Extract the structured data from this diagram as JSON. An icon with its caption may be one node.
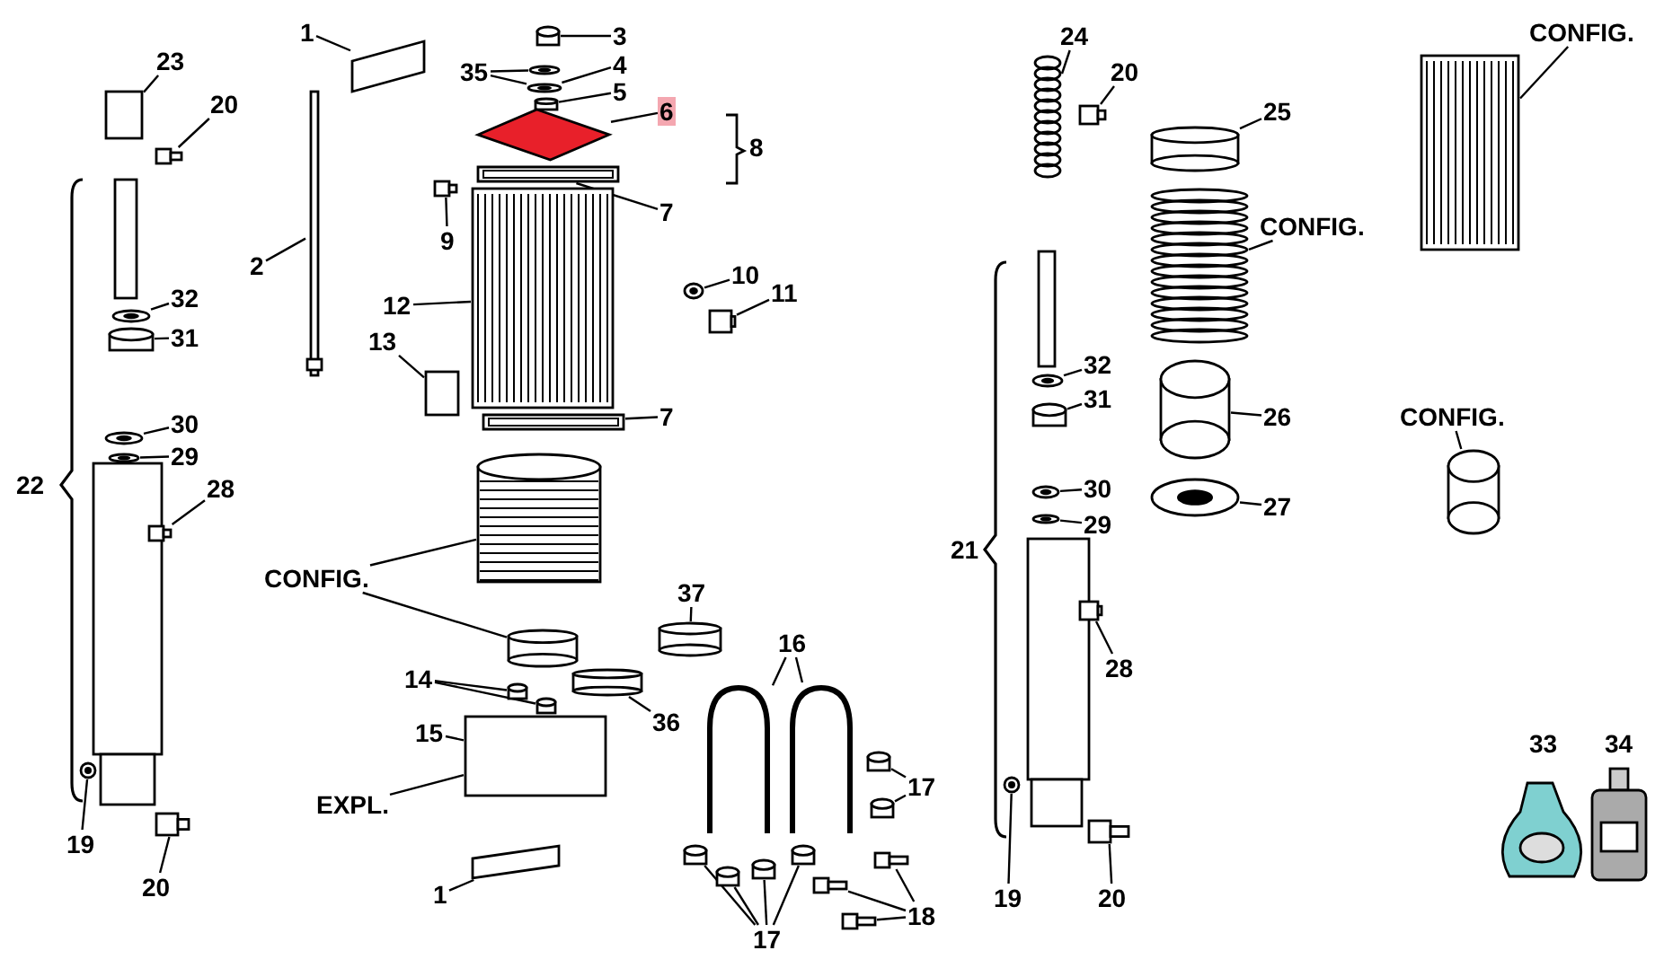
{
  "diagram": {
    "nodes": [
      {
        "text": [
          "23"
        ]
      },
      {
        "text": [],
        "shape": "box"
      },
      {
        "text": [
          "20"
        ]
      },
      {
        "text": [],
        "shape": "bolt"
      },
      {
        "text": [
          "32"
        ]
      },
      {
        "text": [],
        "shape": "circle"
      },
      {
        "text": [
          "31"
        ]
      },
      {
        "text": [],
        "shape": "nut"
      },
      {
        "text": [
          "30"
        ]
      },
      {
        "text": [],
        "shape": "circle"
      },
      {
        "text": [
          "29"
        ]
      },
      {
        "text": [],
        "shape": "circle"
      },
      {
        "text": [
          "28"
        ]
      },
      {
        "text": [],
        "shape": "bolt"
      },
      {
        "text": [
          "19"
        ]
      },
      {
        "text": [],
        "shape": "circle"
      },
      {
        "text": [
          "20"
        ]
      },
      {
        "text": [],
        "shape": "bolt"
      },
      {
        "text": [
          "1"
        ]
      },
      {
        "text": [],
        "shape": "bracket"
      },
      {
        "text": [
          "3"
        ]
      },
      {
        "text": [],
        "shape": "nut"
      },
      {
        "text": [
          "35"
        ]
      },
      {
        "text": [],
        "shape": "circle"
      },
      {
        "text": [],
        "shape": "circle"
      },
      {
        "text": [
          "4"
        ]
      },
      {
        "text": [
          "5"
        ]
      },
      {
        "text": [],
        "shape": "nut"
      },
      {
        "text": [
          "6"
        ]
      },
      {
        "text": [],
        "shape": "diamond"
      },
      {
        "text": [
          "7"
        ]
      },
      {
        "text": [],
        "shape": "frame"
      },
      {
        "text": [
          "9"
        ]
      },
      {
        "text": [],
        "shape": "bolt"
      },
      {
        "text": [
          "2"
        ]
      },
      {
        "text": [],
        "shape": "rod"
      },
      {
        "text": [
          "12"
        ]
      },
      {
        "text": [],
        "shape": "picture"
      },
      {
        "text": [
          "10"
        ]
      },
      {
        "text": [],
        "shape": "circle"
      },
      {
        "text": [
          "11"
        ]
      },
      {
        "text": [],
        "shape": "bolt"
      },
      {
        "text": [
          "13"
        ]
      },
      {
        "text": [],
        "shape": "box"
      },
      {
        "text": [
          "7"
        ]
      },
      {
        "text": [],
        "shape": "frame"
      },
      {
        "text": [
          "CONFIG."
        ]
      },
      {
        "text": [],
        "shape": "picture"
      },
      {
        "text": [],
        "shape": "cylinder"
      },
      {
        "text": [
          "37"
        ]
      },
      {
        "text": [],
        "shape": "cylinder"
      },
      {
        "text": [
          "36"
        ]
      },
      {
        "text": [],
        "shape": "cylinder"
      },
      {
        "text": [
          "14"
        ]
      },
      {
        "text": [],
        "shape": "nut"
      },
      {
        "text": [],
        "shape": "nut"
      },
      {
        "text": [
          "15"
        ]
      },
      {
        "text": [],
        "shape": "box"
      },
      {
        "text": [
          "EXPL."
        ]
      },
      {
        "text": [
          "1"
        ]
      },
      {
        "text": [],
        "shape": "bracket"
      },
      {
        "text": [
          "16"
        ]
      },
      {
        "text": [],
        "shape": "picture"
      },
      {
        "text": [],
        "shape": "picture"
      },
      {
        "text": [
          "17"
        ]
      },
      {
        "text": [],
        "shape": "nut"
      },
      {
        "text": [],
        "shape": "nut"
      },
      {
        "text": [
          "17"
        ]
      },
      {
        "text": [],
        "shape": "nut"
      },
      {
        "text": [],
        "shape": "nut"
      },
      {
        "text": [],
        "shape": "nut"
      },
      {
        "text": [],
        "shape": "nut"
      },
      {
        "text": [
          "18"
        ]
      },
      {
        "text": [],
        "shape": "bolt"
      },
      {
        "text": [],
        "shape": "bolt"
      },
      {
        "text": [],
        "shape": "bolt"
      },
      {
        "text": [
          "24"
        ]
      },
      {
        "text": [],
        "shape": "picture"
      },
      {
        "text": [
          "20"
        ]
      },
      {
        "text": [],
        "shape": "bolt"
      },
      {
        "text": [
          "25"
        ]
      },
      {
        "text": [],
        "shape": "cylinder"
      },
      {
        "text": [
          "CONFIG."
        ]
      },
      {
        "text": [],
        "shape": "picture"
      },
      {
        "text": [
          "32"
        ]
      },
      {
        "text": [],
        "shape": "circle"
      },
      {
        "text": [
          "31"
        ]
      },
      {
        "text": [],
        "shape": "nut"
      },
      {
        "text": [
          "26"
        ]
      },
      {
        "text": [],
        "shape": "cylinder"
      },
      {
        "text": [
          "30"
        ]
      },
      {
        "text": [],
        "shape": "circle"
      },
      {
        "text": [
          "29"
        ]
      },
      {
        "text": [],
        "shape": "circle"
      },
      {
        "text": [
          "27"
        ]
      },
      {
        "text": [],
        "shape": "circle"
      },
      {
        "text": [
          "28"
        ]
      },
      {
        "text": [],
        "shape": "bolt"
      },
      {
        "text": [
          "19"
        ]
      },
      {
        "text": [],
        "shape": "circle"
      },
      {
        "text": [
          "20"
        ]
      },
      {
        "text": [],
        "shape": "bolt"
      },
      {
        "text": [
          "CONFIG."
        ]
      },
      {
        "text": [],
        "shape": "picture"
      },
      {
        "text": [
          "CONFIG."
        ]
      },
      {
        "text": [],
        "shape": "cylinder"
      }
    ],
    "edges": [
      {
        "from": 0,
        "to": 1,
        "arrow": "none"
      },
      {
        "from": 2,
        "to": 3,
        "arrow": "none"
      },
      {
        "from": 4,
        "to": 5,
        "arrow": "none"
      },
      {
        "from": 6,
        "to": 7,
        "arrow": "none"
      },
      {
        "from": 8,
        "to": 9,
        "arrow": "none"
      },
      {
        "from": 10,
        "to": 11,
        "arrow": "none"
      },
      {
        "from": 12,
        "to": 13,
        "arrow": "none"
      },
      {
        "from": 14,
        "to": 15,
        "arrow": "none"
      },
      {
        "from": 16,
        "to": 17,
        "arrow": "none"
      },
      {
        "from": 18,
        "to": 19,
        "arrow": "none"
      },
      {
        "from": 20,
        "to": 21,
        "arrow": "none"
      },
      {
        "from": 22,
        "to": 23,
        "arrow": "none"
      },
      {
        "from": 22,
        "to": 24,
        "arrow": "none"
      },
      {
        "from": 25,
        "to": 24,
        "arrow": "none"
      },
      {
        "from": 26,
        "to": 27,
        "arrow": "none"
      },
      {
        "from": 28,
        "to": 29,
        "arrow": "none"
      },
      {
        "from": 30,
        "to": 31,
        "arrow": "none"
      },
      {
        "from": 32,
        "to": 33,
        "arrow": "none"
      },
      {
        "from": 34,
        "to": 35,
        "arrow": "none"
      },
      {
        "from": 36,
        "to": 37,
        "arrow": "none"
      },
      {
        "from": 38,
        "to": 39,
        "arrow": "none"
      },
      {
        "from": 40,
        "to": 41,
        "arrow": "none"
      },
      {
        "from": 42,
        "to": 43,
        "arrow": "none"
      },
      {
        "from": 44,
        "to": 45,
        "arrow": "none"
      },
      {
        "from": 46,
        "to": 47,
        "arrow": "none"
      },
      {
        "from": 46,
        "to": 48,
        "arrow": "none"
      },
      {
        "from": 49,
        "to": 50,
        "arrow": "none"
      },
      {
        "from": 51,
        "to": 52,
        "arrow": "none"
      },
      {
        "from": 53,
        "to": 54,
        "arrow": "none"
      },
      {
        "from": 53,
        "to": 55,
        "arrow": "none"
      },
      {
        "from": 56,
        "to": 57,
        "arrow": "none"
      },
      {
        "from": 58,
        "to": 57,
        "arrow": "none"
      },
      {
        "from": 59,
        "to": 60,
        "arrow": "none"
      },
      {
        "from": 61,
        "to": 62,
        "arrow": "none"
      },
      {
        "from": 61,
        "to": 63,
        "arrow": "none"
      },
      {
        "from": 64,
        "to": 65,
        "arrow": "none"
      },
      {
        "from": 64,
        "to": 66,
        "arrow": "none"
      },
      {
        "from": 67,
        "to": 68,
        "arrow": "none"
      },
      {
        "from": 67,
        "to": 69,
        "arrow": "none"
      },
      {
        "from": 67,
        "to": 70,
        "arrow": "none"
      },
      {
        "from": 67,
        "to": 71,
        "arrow": "none"
      },
      {
        "from": 72,
        "to": 73,
        "arrow": "none"
      },
      {
        "from": 72,
        "to": 74,
        "arrow": "none"
      },
      {
        "from": 72,
        "to": 75,
        "arrow": "none"
      },
      {
        "from": 76,
        "to": 77,
        "arrow": "none"
      },
      {
        "from": 78,
        "to": 79,
        "arrow": "none"
      },
      {
        "from": 80,
        "to": 81,
        "arrow": "none"
      },
      {
        "from": 82,
        "to": 83,
        "arrow": "none"
      },
      {
        "from": 84,
        "to": 85,
        "arrow": "none"
      },
      {
        "from": 86,
        "to": 87,
        "arrow": "none"
      },
      {
        "from": 88,
        "to": 89,
        "arrow": "none"
      },
      {
        "from": 90,
        "to": 91,
        "arrow": "none"
      },
      {
        "from": 92,
        "to": 93,
        "arrow": "none"
      },
      {
        "from": 94,
        "to": 95,
        "arrow": "none"
      },
      {
        "from": 96,
        "to": 97,
        "arrow": "none"
      },
      {
        "from": 98,
        "to": 99,
        "arrow": "none"
      },
      {
        "from": 100,
        "to": 101,
        "arrow": "none"
      },
      {
        "from": 102,
        "to": 103,
        "arrow": "none"
      },
      {
        "from": 104,
        "to": 105,
        "arrow": "none"
      }
    ],
    "labels": [
      "8",
      "22",
      "21",
      "33",
      "34"
    ]
  }
}
